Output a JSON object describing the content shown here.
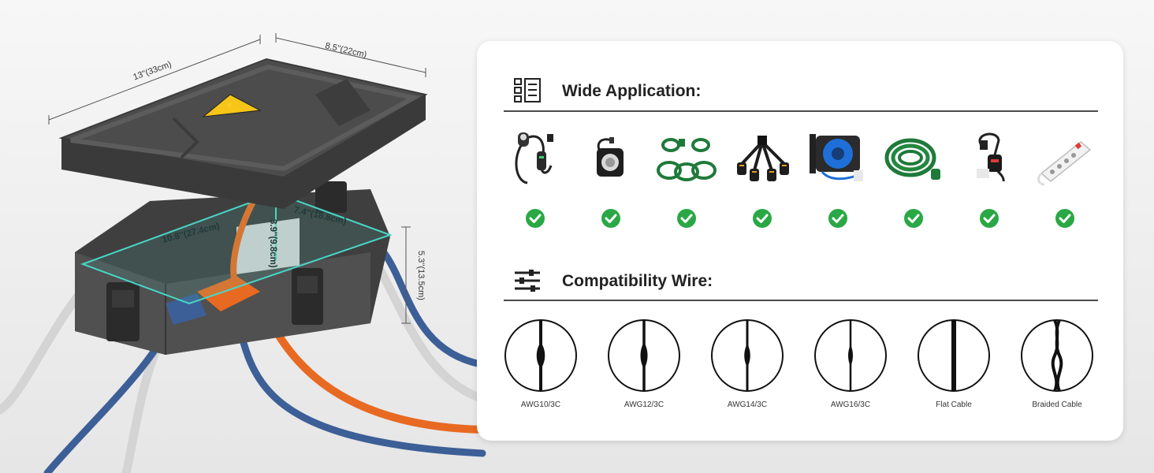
{
  "dimensions": {
    "length": "13''(33cm)",
    "width": "8.5''(22cm)",
    "height": "5.3''(13.5cm)",
    "inner_length": "10.8''(27.4cm)",
    "inner_width": "7.4''(18.8cm)",
    "inner_height": "3.9''(9.8cm)"
  },
  "wide_application": {
    "title": "Wide Application:",
    "icon": "checklist-icon",
    "items": [
      {
        "name": "ev-charger",
        "supported": true
      },
      {
        "name": "outlet-timer",
        "supported": true
      },
      {
        "name": "green-extension-cords",
        "supported": true
      },
      {
        "name": "splitter-cord",
        "supported": true
      },
      {
        "name": "cord-reel",
        "supported": true
      },
      {
        "name": "green-coiled-extension-cord",
        "supported": true
      },
      {
        "name": "gfci-cord",
        "supported": true
      },
      {
        "name": "power-strip",
        "supported": true
      }
    ]
  },
  "compatibility_wire": {
    "title": "Compatibility Wire:",
    "icon": "sliders-icon",
    "items": [
      {
        "label": "AWG10/3C"
      },
      {
        "label": "AWG12/3C"
      },
      {
        "label": "AWG14/3C"
      },
      {
        "label": "AWG16/3C"
      },
      {
        "label": "Flat Cable"
      },
      {
        "label": "Braided Cable"
      }
    ]
  },
  "colors": {
    "check": "#2aa845",
    "box": "#4b4b4b",
    "cable_orange": "#e86a22",
    "cable_blue": "#3a5f9a",
    "cable_white": "#d6d6d6",
    "dimension_teal": "#48d6c7",
    "warning_yellow": "#f5c518"
  }
}
